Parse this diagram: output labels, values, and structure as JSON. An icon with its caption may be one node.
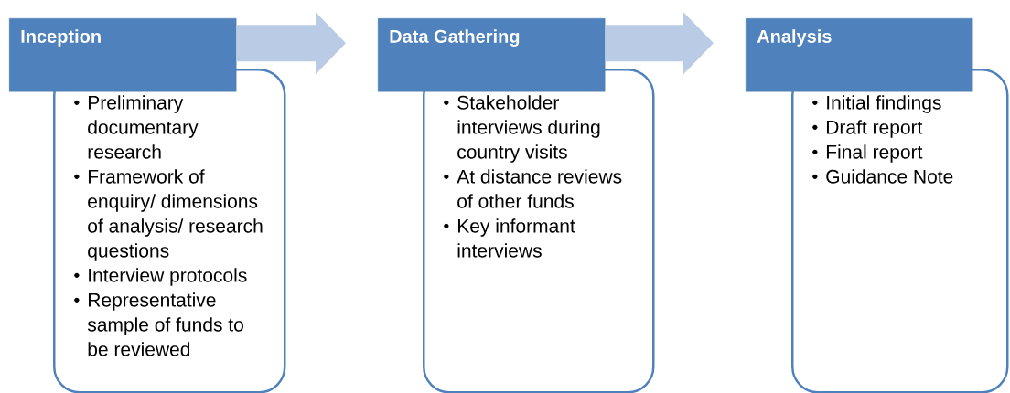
{
  "diagram": {
    "nodes": [
      {
        "text": [
          "Inception"
        ]
      },
      {
        "text": [
          "Preliminary documentary research",
          "Framework of enquiry/ dimensions of analysis/ research questions",
          "Interview protocols",
          "Representative sample of funds to be reviewed"
        ]
      },
      {
        "text": [
          "Data Gathering"
        ]
      },
      {
        "text": [
          "Stakeholder interviews during country visits",
          "At distance reviews of other funds",
          "Key informant interviews"
        ]
      },
      {
        "text": [
          "Analysis"
        ]
      },
      {
        "text": [
          "Initial findings",
          "Draft report",
          "Final report",
          "Guidance Note"
        ]
      }
    ],
    "edges": [
      {
        "from": 0,
        "to": 2,
        "arrow": "to"
      },
      {
        "from": 2,
        "to": 4,
        "arrow": "to"
      }
    ]
  }
}
